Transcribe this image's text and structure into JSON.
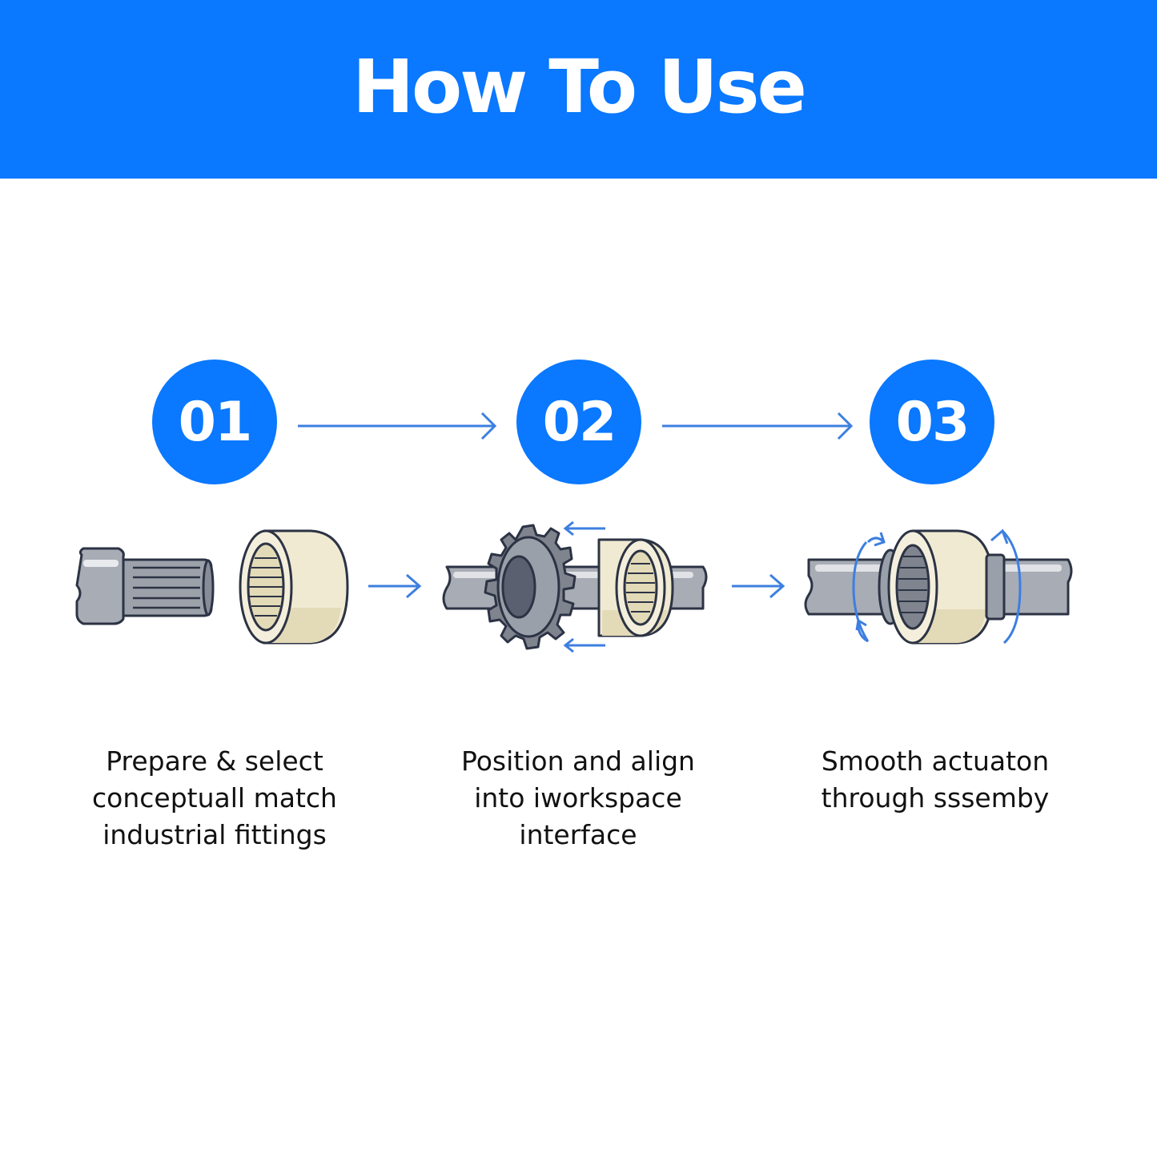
{
  "header": {
    "title": "How To Use"
  },
  "steps": [
    {
      "number": "01",
      "caption": [
        "Prepare & select",
        "conceptuall match",
        "industrial fittings"
      ]
    },
    {
      "number": "02",
      "caption": [
        "Position and align",
        "into iworkspace",
        "interface"
      ]
    },
    {
      "number": "03",
      "caption": [
        "Smooth actuaton",
        "through sssemby"
      ]
    }
  ],
  "colors": {
    "accent": "#0a78ff",
    "arrow": "#3d7fe0",
    "metal": "#a8acb4",
    "bushing": "#f0ead2",
    "outline": "#2c3344"
  },
  "icons": {
    "step1": "splined-shaft-and-bushing",
    "step2": "gear-shaft-bushing-alignment",
    "step3": "rotating-assembly"
  }
}
